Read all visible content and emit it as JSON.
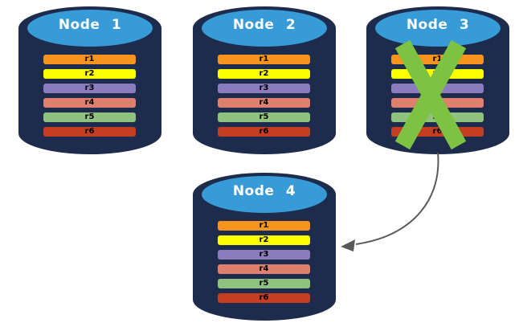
{
  "diagram": {
    "kind": "database-replication-failover",
    "background": "#FFFFFF"
  },
  "colors": {
    "cylinder_body": "#1D2B4C",
    "cylinder_top": "#379BD7",
    "node_title_text": "#FFFFFF",
    "record_text": "#000000",
    "cross": "#7DC242",
    "arrow": "#595959"
  },
  "nodes": [
    {
      "label": "Node 1",
      "crossed_out": false,
      "records": [
        {
          "label": "r1",
          "color": "#F7941E"
        },
        {
          "label": "r2",
          "color": "#FDFF00"
        },
        {
          "label": "r3",
          "color": "#8B7CBE"
        },
        {
          "label": "r4",
          "color": "#DF7F6E"
        },
        {
          "label": "r5",
          "color": "#8FC27E"
        },
        {
          "label": "r6",
          "color": "#C63E22"
        }
      ]
    },
    {
      "label": "Node 2",
      "crossed_out": false,
      "records": [
        {
          "label": "r1",
          "color": "#F7941E"
        },
        {
          "label": "r2",
          "color": "#FDFF00"
        },
        {
          "label": "r3",
          "color": "#8B7CBE"
        },
        {
          "label": "r4",
          "color": "#DF7F6E"
        },
        {
          "label": "r5",
          "color": "#8FC27E"
        },
        {
          "label": "r6",
          "color": "#C63E22"
        }
      ]
    },
    {
      "label": "Node 3",
      "crossed_out": true,
      "records": [
        {
          "label": "r1",
          "color": "#F7941E"
        },
        {
          "label": "r2",
          "color": "#FDFF00"
        },
        {
          "label": "r3",
          "color": "#8B7CBE"
        },
        {
          "label": "r4",
          "color": "#DF7F6E"
        },
        {
          "label": "r5",
          "color": "#8FC27E"
        },
        {
          "label": "r6",
          "color": "#C63E22"
        }
      ]
    },
    {
      "label": "Node 4",
      "crossed_out": false,
      "records": [
        {
          "label": "r1",
          "color": "#F7941E"
        },
        {
          "label": "r2",
          "color": "#FDFF00"
        },
        {
          "label": "r3",
          "color": "#8B7CBE"
        },
        {
          "label": "r4",
          "color": "#DF7F6E"
        },
        {
          "label": "r5",
          "color": "#8FC27E"
        },
        {
          "label": "r6",
          "color": "#C63E22"
        }
      ]
    }
  ],
  "annotations": {
    "failure_cross": {
      "on_node": "Node 3",
      "color": "#7DC242"
    },
    "transfer_arrow": {
      "from_node": "Node 3",
      "to_node": "Node 4",
      "color": "#595959"
    }
  }
}
